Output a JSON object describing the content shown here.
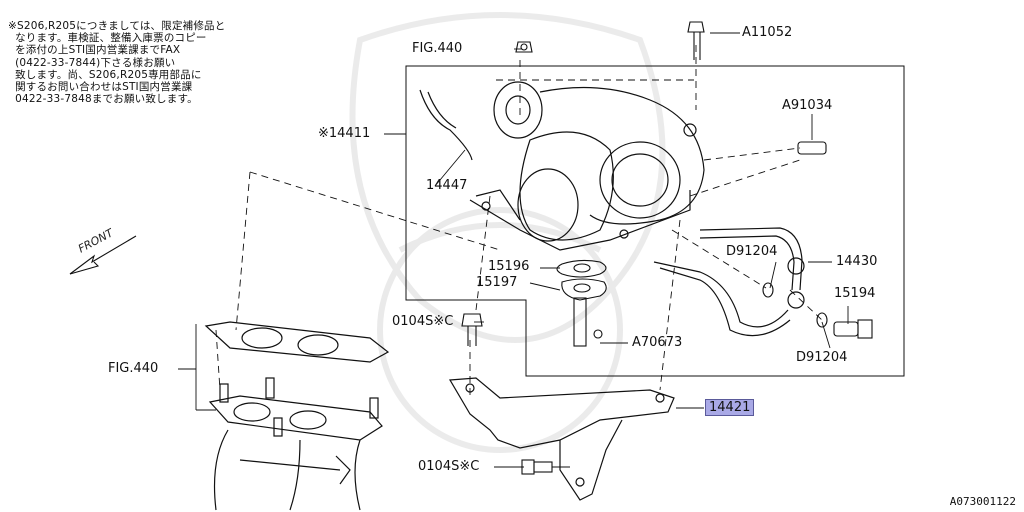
{
  "note": {
    "lines": [
      "※S206,R205につきましては、限定補修品と",
      "  なります。車検証、整備入庫票のコピー",
      "  を添付の上STI国内営業課までFAX",
      "  (0422-33-7844)下さる様お願い",
      "  致します。尚、S206,R205専用部品に",
      "  関するお問い合わせはSTI国内営業課",
      "  0422-33-7848までお願い致します。"
    ]
  },
  "labels": {
    "fig440_top": "FIG.440",
    "a11052": "A11052",
    "a91034": "A91034",
    "star14411": "※14411",
    "p14447": "14447",
    "d91204_upper": "D91204",
    "p14430": "14430",
    "p15196": "15196",
    "p15197": "15197",
    "p15194": "15194",
    "p0104sc_upper": "0104S※C",
    "a70673": "A70673",
    "d91204_lower": "D91204",
    "fig440_left": "FIG.440",
    "p14421": "14421",
    "p0104sc_lower": "0104S※C",
    "front": "FRONT",
    "ref_code": "A073001122"
  },
  "colors": {
    "highlight": "#a9a9e6",
    "line": "#111111"
  }
}
